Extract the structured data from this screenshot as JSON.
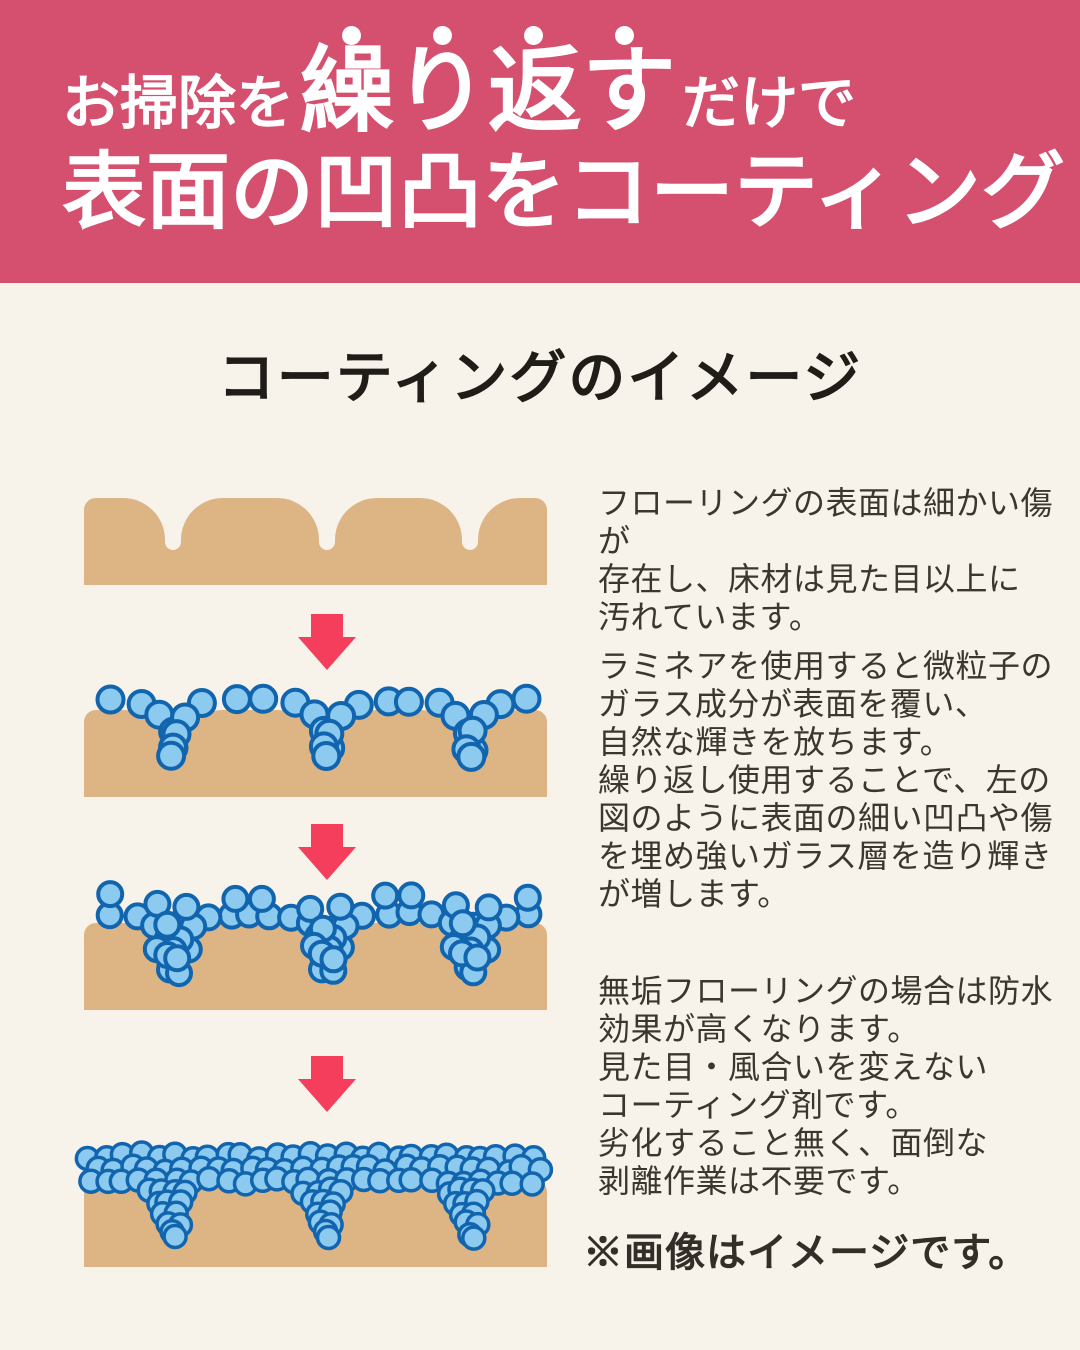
{
  "page": {
    "background": "#f7f2ea"
  },
  "header": {
    "background": "#d4506e",
    "text_color": "#ffffff",
    "line1_pre": "お掃除を",
    "line1_emphasis": "繰り返す",
    "emphasis_dot_count": 4,
    "line1_post": "だけで",
    "line2": "表面の凹凸をコーティング"
  },
  "section_title": "コーティングのイメージ",
  "diagram": {
    "colors": {
      "floor": "#ddb483",
      "particle_fill": "#8ccaef",
      "particle_stroke": "#1164ae",
      "arrow": "#f43e5c"
    },
    "stages": [
      {
        "coat_level": 0,
        "description": "bare flooring surface with fine grooves"
      },
      {
        "coat_level": 1,
        "description": "single layer of glass particles covering surface"
      },
      {
        "coat_level": 2,
        "description": "double layer of glass particles filling grooves"
      },
      {
        "coat_level": 3,
        "description": "thick coating layer, grooves fully filled"
      }
    ]
  },
  "paragraphs": [
    {
      "text": "フローリングの表面は細かい傷が\n存在し、床材は見た目以上に\n汚れています。"
    },
    {
      "text": "ラミネアを使用すると微粒子の\nガラス成分が表面を覆い、\n自然な輝きを放ちます。\n繰り返し使用することで、左の\n図のように表面の細い凹凸や傷\nを埋め強いガラス層を造り輝き\nが増します。"
    },
    {
      "text": "無垢フローリングの場合は防水\n効果が高くなります。\n見た目・風合いを変えない\nコーティング剤です。\n劣化すること無く、面倒な\n剥離作業は不要です。"
    }
  ],
  "note": "※画像はイメージです。"
}
